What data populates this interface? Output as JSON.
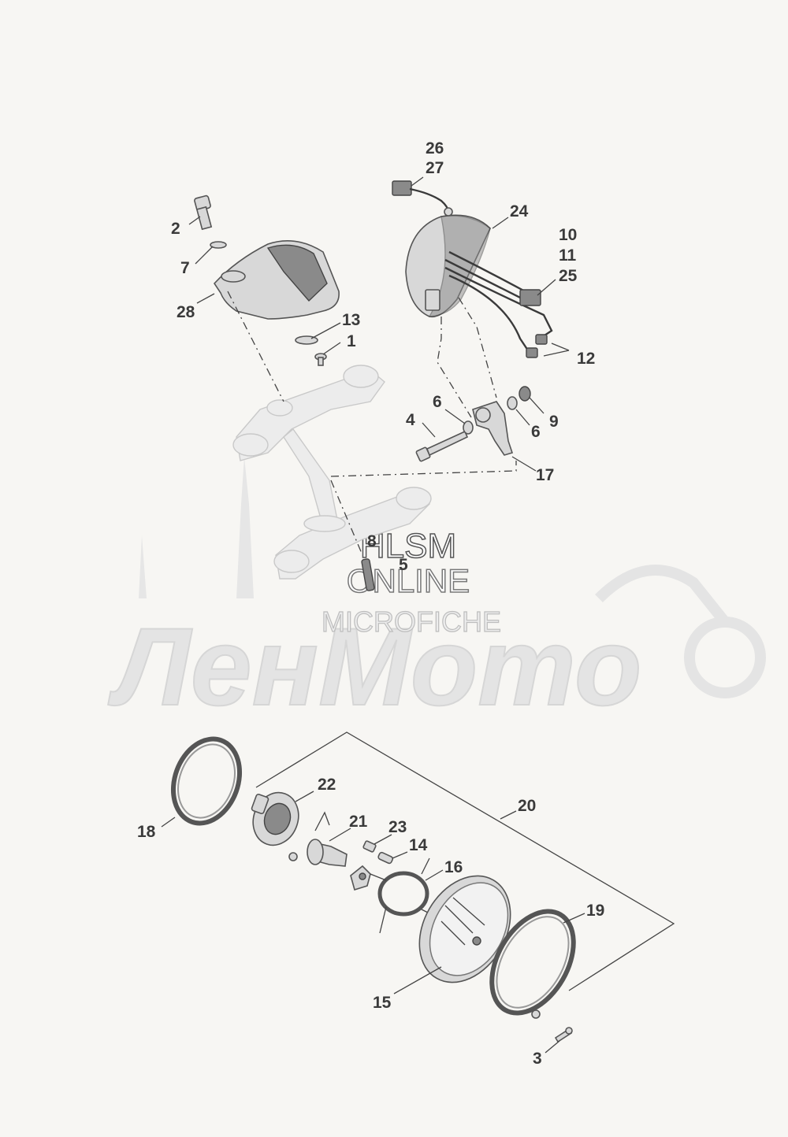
{
  "watermark": {
    "brand": "ЛенМото",
    "line1": "HLSM",
    "line2": "ONLINE",
    "line3": "MICROFICHE",
    "color": "#e4e4e4"
  },
  "callouts": {
    "c26": "26",
    "c27": "27",
    "c24": "24",
    "c10": "10",
    "c11": "11",
    "c25": "25",
    "c12": "12",
    "c2": "2",
    "c7": "7",
    "c28": "28",
    "c13": "13",
    "c1": "1",
    "c6a": "6",
    "c6b": "6",
    "c4": "4",
    "c9": "9",
    "c17": "17",
    "c8": "8",
    "c5": "5",
    "c22": "22",
    "c20": "20",
    "c18": "18",
    "c21": "21",
    "c23": "23",
    "c14": "14",
    "c16": "16",
    "c19": "19",
    "c15": "15",
    "c3": "3"
  }
}
